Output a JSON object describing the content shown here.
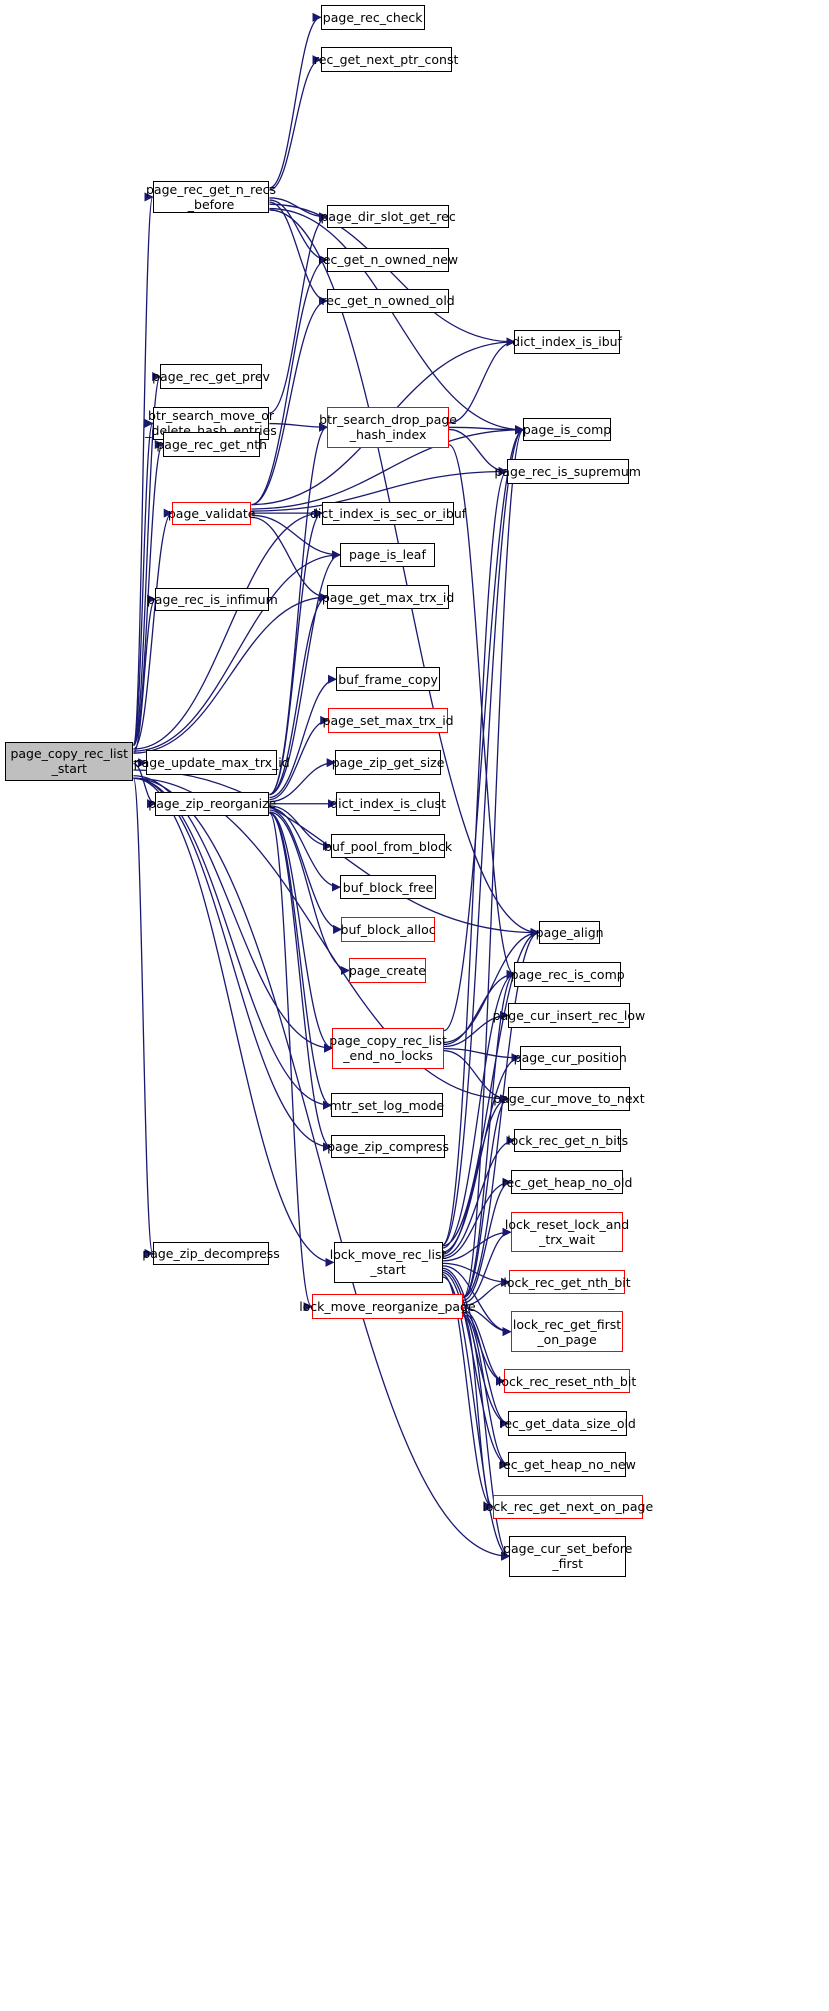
{
  "diagram": {
    "kind": "call-graph",
    "colors": {
      "edge": "#191970",
      "node_border": "#000000",
      "truncated_border": "#ff0000",
      "root_fill": "#bfbfbf"
    },
    "nodes": {
      "page_copy_rec_list_start": {
        "label": "page_copy_rec_list\n_start",
        "style": "root"
      },
      "page_rec_check": {
        "label": "page_rec_check",
        "style": "normal"
      },
      "rec_get_next_ptr_const": {
        "label": "rec_get_next_ptr_const",
        "style": "normal"
      },
      "page_rec_get_n_recs_before": {
        "label": "page_rec_get_n_recs\n_before",
        "style": "normal"
      },
      "page_dir_slot_get_rec": {
        "label": "page_dir_slot_get_rec",
        "style": "normal"
      },
      "rec_get_n_owned_new": {
        "label": "rec_get_n_owned_new",
        "style": "normal"
      },
      "rec_get_n_owned_old": {
        "label": "rec_get_n_owned_old",
        "style": "normal"
      },
      "dict_index_is_ibuf": {
        "label": "dict_index_is_ibuf",
        "style": "normal"
      },
      "page_rec_get_prev": {
        "label": "page_rec_get_prev",
        "style": "normal"
      },
      "btr_search_move_or_delete_hash_entries": {
        "label": "btr_search_move_or\n_delete_hash_entries",
        "style": "normal"
      },
      "btr_search_drop_page_hash_index": {
        "label": "btr_search_drop_page\n_hash_index",
        "style": "red"
      },
      "page_is_comp": {
        "label": "page_is_comp",
        "style": "normal"
      },
      "page_rec_get_nth": {
        "label": "page_rec_get_nth",
        "style": "normal"
      },
      "page_rec_is_supremum": {
        "label": "page_rec_is_supremum",
        "style": "normal"
      },
      "page_validate": {
        "label": "page_validate",
        "style": "red"
      },
      "dict_index_is_sec_or_ibuf": {
        "label": "dict_index_is_sec_or_ibuf",
        "style": "normal"
      },
      "page_is_leaf": {
        "label": "page_is_leaf",
        "style": "normal"
      },
      "page_rec_is_infimum": {
        "label": "page_rec_is_infimum",
        "style": "normal"
      },
      "page_get_max_trx_id": {
        "label": "page_get_max_trx_id",
        "style": "normal"
      },
      "buf_frame_copy": {
        "label": "buf_frame_copy",
        "style": "normal"
      },
      "page_set_max_trx_id": {
        "label": "page_set_max_trx_id",
        "style": "red"
      },
      "page_update_max_trx_id": {
        "label": "page_update_max_trx_id",
        "style": "normal"
      },
      "page_zip_reorganize": {
        "label": "page_zip_reorganize",
        "style": "normal"
      },
      "page_zip_get_size": {
        "label": "page_zip_get_size",
        "style": "normal"
      },
      "dict_index_is_clust": {
        "label": "dict_index_is_clust",
        "style": "normal"
      },
      "buf_pool_from_block": {
        "label": "buf_pool_from_block",
        "style": "normal"
      },
      "buf_block_free": {
        "label": "buf_block_free",
        "style": "normal"
      },
      "buf_block_alloc": {
        "label": "buf_block_alloc",
        "style": "red"
      },
      "page_create": {
        "label": "page_create",
        "style": "red"
      },
      "page_align": {
        "label": "page_align",
        "style": "normal"
      },
      "page_rec_is_comp": {
        "label": "page_rec_is_comp",
        "style": "normal"
      },
      "page_copy_rec_list_end_no_locks": {
        "label": "page_copy_rec_list\n_end_no_locks",
        "style": "red"
      },
      "page_cur_insert_rec_low": {
        "label": "page_cur_insert_rec_low",
        "style": "normal"
      },
      "page_cur_position": {
        "label": "page_cur_position",
        "style": "normal"
      },
      "page_cur_move_to_next": {
        "label": "page_cur_move_to_next",
        "style": "normal"
      },
      "mtr_set_log_mode": {
        "label": "mtr_set_log_mode",
        "style": "normal"
      },
      "lock_rec_get_n_bits": {
        "label": "lock_rec_get_n_bits",
        "style": "normal"
      },
      "page_zip_compress": {
        "label": "page_zip_compress",
        "style": "normal"
      },
      "rec_get_heap_no_old": {
        "label": "rec_get_heap_no_old",
        "style": "normal"
      },
      "lock_reset_lock_and_trx_wait": {
        "label": "lock_reset_lock_and\n_trx_wait",
        "style": "red"
      },
      "page_zip_decompress": {
        "label": "page_zip_decompress",
        "style": "normal"
      },
      "lock_move_rec_list_start": {
        "label": "lock_move_rec_list\n_start",
        "style": "normal"
      },
      "lock_rec_get_nth_bit": {
        "label": "lock_rec_get_nth_bit",
        "style": "red"
      },
      "lock_move_reorganize_page": {
        "label": "lock_move_reorganize_page",
        "style": "red"
      },
      "lock_rec_get_first_on_page": {
        "label": "lock_rec_get_first\n_on_page",
        "style": "red"
      },
      "lock_rec_reset_nth_bit": {
        "label": "lock_rec_reset_nth_bit",
        "style": "red"
      },
      "rec_get_data_size_old": {
        "label": "rec_get_data_size_old",
        "style": "normal"
      },
      "rec_get_heap_no_new": {
        "label": "rec_get_heap_no_new",
        "style": "normal"
      },
      "lock_rec_get_next_on_page": {
        "label": "lock_rec_get_next_on_page",
        "style": "red"
      },
      "page_cur_set_before_first": {
        "label": "page_cur_set_before\n_first",
        "style": "normal"
      }
    },
    "edges": [
      [
        "page_copy_rec_list_start",
        "page_rec_get_n_recs_before"
      ],
      [
        "page_copy_rec_list_start",
        "page_rec_get_prev"
      ],
      [
        "page_copy_rec_list_start",
        "btr_search_move_or_delete_hash_entries"
      ],
      [
        "page_copy_rec_list_start",
        "page_rec_get_nth"
      ],
      [
        "page_copy_rec_list_start",
        "page_validate"
      ],
      [
        "page_copy_rec_list_start",
        "page_rec_is_infimum"
      ],
      [
        "page_copy_rec_list_start",
        "page_update_max_trx_id"
      ],
      [
        "page_copy_rec_list_start",
        "page_zip_reorganize"
      ],
      [
        "page_copy_rec_list_start",
        "page_zip_decompress"
      ],
      [
        "page_copy_rec_list_start",
        "lock_move_rec_list_start"
      ],
      [
        "page_copy_rec_list_start",
        "page_copy_rec_list_end_no_locks"
      ],
      [
        "page_copy_rec_list_start",
        "mtr_set_log_mode"
      ],
      [
        "page_copy_rec_list_start",
        "page_zip_compress"
      ],
      [
        "page_copy_rec_list_start",
        "page_align"
      ],
      [
        "page_copy_rec_list_start",
        "page_cur_move_to_next"
      ],
      [
        "page_copy_rec_list_start",
        "page_cur_set_before_first"
      ],
      [
        "page_copy_rec_list_start",
        "page_is_leaf"
      ],
      [
        "page_copy_rec_list_start",
        "page_get_max_trx_id"
      ],
      [
        "page_copy_rec_list_start",
        "dict_index_is_sec_or_ibuf"
      ],
      [
        "page_rec_get_n_recs_before",
        "page_rec_check"
      ],
      [
        "page_rec_get_n_recs_before",
        "rec_get_next_ptr_const"
      ],
      [
        "page_rec_get_n_recs_before",
        "page_dir_slot_get_rec"
      ],
      [
        "page_rec_get_n_recs_before",
        "rec_get_n_owned_new"
      ],
      [
        "page_rec_get_n_recs_before",
        "rec_get_n_owned_old"
      ],
      [
        "page_rec_get_n_recs_before",
        "dict_index_is_ibuf"
      ],
      [
        "page_rec_get_n_recs_before",
        "page_is_comp"
      ],
      [
        "page_rec_get_n_recs_before",
        "page_align"
      ],
      [
        "btr_search_move_or_delete_hash_entries",
        "btr_search_drop_page_hash_index"
      ],
      [
        "btr_search_move_or_delete_hash_entries",
        "page_dir_slot_get_rec"
      ],
      [
        "btr_search_drop_page_hash_index",
        "dict_index_is_ibuf"
      ],
      [
        "btr_search_drop_page_hash_index",
        "page_is_comp"
      ],
      [
        "btr_search_drop_page_hash_index",
        "page_rec_is_supremum"
      ],
      [
        "btr_search_drop_page_hash_index",
        "page_rec_is_comp"
      ],
      [
        "page_validate",
        "rec_get_n_owned_new"
      ],
      [
        "page_validate",
        "rec_get_n_owned_old"
      ],
      [
        "page_validate",
        "dict_index_is_ibuf"
      ],
      [
        "page_validate",
        "page_is_comp"
      ],
      [
        "page_validate",
        "page_rec_is_supremum"
      ],
      [
        "page_validate",
        "dict_index_is_sec_or_ibuf"
      ],
      [
        "page_validate",
        "page_is_leaf"
      ],
      [
        "page_validate",
        "page_get_max_trx_id"
      ],
      [
        "page_zip_reorganize",
        "btr_search_drop_page_hash_index"
      ],
      [
        "page_zip_reorganize",
        "dict_index_is_sec_or_ibuf"
      ],
      [
        "page_zip_reorganize",
        "page_is_leaf"
      ],
      [
        "page_zip_reorganize",
        "page_get_max_trx_id"
      ],
      [
        "page_zip_reorganize",
        "buf_frame_copy"
      ],
      [
        "page_zip_reorganize",
        "page_set_max_trx_id"
      ],
      [
        "page_zip_reorganize",
        "page_zip_get_size"
      ],
      [
        "page_zip_reorganize",
        "dict_index_is_clust"
      ],
      [
        "page_zip_reorganize",
        "buf_pool_from_block"
      ],
      [
        "page_zip_reorganize",
        "buf_block_free"
      ],
      [
        "page_zip_reorganize",
        "buf_block_alloc"
      ],
      [
        "page_zip_reorganize",
        "page_create"
      ],
      [
        "page_zip_reorganize",
        "page_copy_rec_list_end_no_locks"
      ],
      [
        "page_zip_reorganize",
        "mtr_set_log_mode"
      ],
      [
        "page_zip_reorganize",
        "page_zip_compress"
      ],
      [
        "page_zip_reorganize",
        "lock_move_reorganize_page"
      ],
      [
        "page_copy_rec_list_end_no_locks",
        "page_is_comp"
      ],
      [
        "page_copy_rec_list_end_no_locks",
        "page_align"
      ],
      [
        "page_copy_rec_list_end_no_locks",
        "page_rec_is_comp"
      ],
      [
        "page_copy_rec_list_end_no_locks",
        "page_cur_insert_rec_low"
      ],
      [
        "page_copy_rec_list_end_no_locks",
        "page_cur_position"
      ],
      [
        "page_copy_rec_list_end_no_locks",
        "page_cur_move_to_next"
      ],
      [
        "lock_move_rec_list_start",
        "page_is_comp"
      ],
      [
        "lock_move_rec_list_start",
        "page_rec_is_supremum"
      ],
      [
        "lock_move_rec_list_start",
        "page_align"
      ],
      [
        "lock_move_rec_list_start",
        "page_rec_is_comp"
      ],
      [
        "lock_move_rec_list_start",
        "page_cur_position"
      ],
      [
        "lock_move_rec_list_start",
        "page_cur_move_to_next"
      ],
      [
        "lock_move_rec_list_start",
        "lock_rec_get_n_bits"
      ],
      [
        "lock_move_rec_list_start",
        "rec_get_heap_no_old"
      ],
      [
        "lock_move_rec_list_start",
        "lock_reset_lock_and_trx_wait"
      ],
      [
        "lock_move_rec_list_start",
        "lock_rec_get_nth_bit"
      ],
      [
        "lock_move_rec_list_start",
        "lock_rec_get_first_on_page"
      ],
      [
        "lock_move_rec_list_start",
        "lock_rec_reset_nth_bit"
      ],
      [
        "lock_move_rec_list_start",
        "rec_get_data_size_old"
      ],
      [
        "lock_move_rec_list_start",
        "rec_get_heap_no_new"
      ],
      [
        "lock_move_rec_list_start",
        "lock_rec_get_next_on_page"
      ],
      [
        "lock_move_rec_list_start",
        "page_cur_set_before_first"
      ],
      [
        "lock_move_reorganize_page",
        "page_is_comp"
      ],
      [
        "lock_move_reorganize_page",
        "page_align"
      ],
      [
        "lock_move_reorganize_page",
        "page_rec_is_comp"
      ],
      [
        "lock_move_reorganize_page",
        "page_cur_move_to_next"
      ],
      [
        "lock_move_reorganize_page",
        "rec_get_heap_no_old"
      ],
      [
        "lock_move_reorganize_page",
        "lock_reset_lock_and_trx_wait"
      ],
      [
        "lock_move_reorganize_page",
        "lock_rec_get_nth_bit"
      ],
      [
        "lock_move_reorganize_page",
        "lock_rec_get_first_on_page"
      ],
      [
        "lock_move_reorganize_page",
        "lock_rec_reset_nth_bit"
      ],
      [
        "lock_move_reorganize_page",
        "rec_get_data_size_old"
      ],
      [
        "lock_move_reorganize_page",
        "rec_get_heap_no_new"
      ],
      [
        "lock_move_reorganize_page",
        "lock_rec_get_next_on_page"
      ],
      [
        "lock_move_reorganize_page",
        "page_cur_set_before_first"
      ]
    ]
  }
}
